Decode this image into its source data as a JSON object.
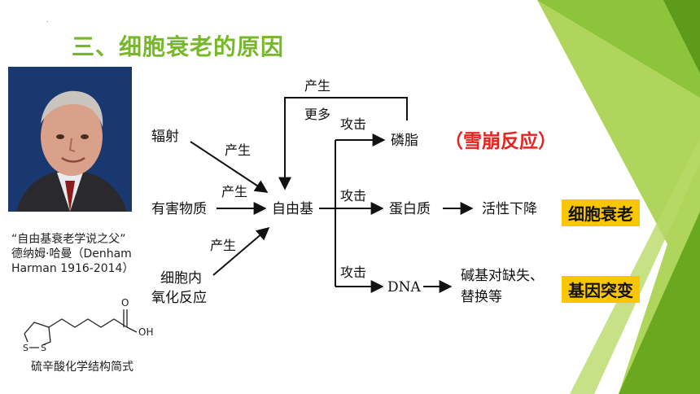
{
  "title": "三、细胞衰老的原因",
  "caption": {
    "line1": "“自由基衰老学说之父”",
    "line2": "德纳姆·哈曼（Denham",
    "line3": "Harman 1916-2014）"
  },
  "molecule": {
    "caption": "硫辛酸化学结构简式",
    "atom_o": "O",
    "atom_oh": "OH",
    "atom_s1": "S",
    "atom_s2": "S"
  },
  "diagram": {
    "sources": [
      "辐射",
      "有害物质",
      "细胞内",
      "氧化反应"
    ],
    "edge_produce": "产生",
    "center": "自由基",
    "feedback_top": "产生",
    "feedback_bottom": "更多",
    "attack": "攻击",
    "targets": [
      "磷脂",
      "蛋白质",
      "DNA"
    ],
    "outcome_protein": "活性下降",
    "outcome_dna_line1": "碱基对缺失、",
    "outcome_dna_line2": "替换等",
    "avalanche": "（雪崩反应）"
  },
  "badges": {
    "aging": "细胞衰老",
    "mutation": "基因突变"
  },
  "colors": {
    "title_green": "#76b82a",
    "avalanche_red": "#e8231f",
    "badge_yellow": "#f9c600",
    "deco_green_dark": "#6aa820",
    "deco_green_light": "#a6d04a"
  }
}
